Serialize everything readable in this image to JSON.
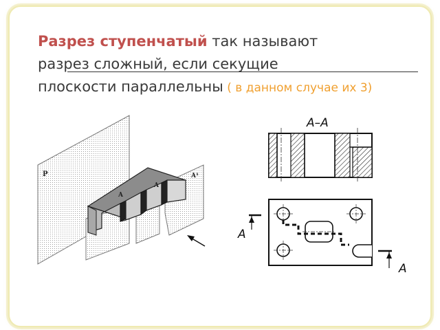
{
  "slide": {
    "title_bold": "Разрез ступенчатый",
    "title_line1_rest": " так называют",
    "title_line2": "разрез сложный, если секущие",
    "title_line3": "плоскости параллельны",
    "title_note": " ( в данном случае их 3)"
  },
  "figure_left": {
    "plane_p_label": "P",
    "cut_label_1": "A",
    "cut_label_2": "A",
    "plane_a1_label": "A¹"
  },
  "figure_right": {
    "section_title": "А–А",
    "arrow_label_left": "А",
    "arrow_label_right": "А"
  }
}
